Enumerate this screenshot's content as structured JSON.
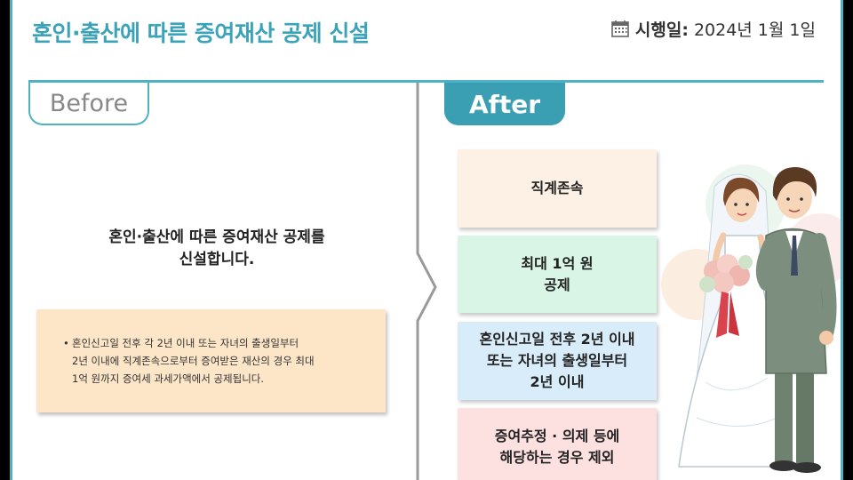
{
  "header": {
    "title": "혼인·출산에 따른 증여재산 공제 신설",
    "effective_label": "시행일",
    "effective_separator": ":",
    "effective_date": "2024년 1월 1일"
  },
  "before": {
    "tab_label": "Before",
    "main_line1": "혼인·출산에 따른 증여재산 공제를",
    "main_line2": "신설합니다.",
    "note_bullet": "•",
    "note_line1": "혼인신고일 전후 각 2년 이내 또는 자녀의 출생일부터",
    "note_line2": "2년 이내에 직계존속으로부터 증여받은 재산의 경우 최대",
    "note_line3": "1억 원까지 증여세 과세가액에서 공제됩니다."
  },
  "after": {
    "tab_label": "After",
    "box1_line1": "직계존속",
    "box2_line1": "최대 1억 원",
    "box2_line2": "공제",
    "box3_line1": "혼인신고일 전후 2년 이내",
    "box3_line2": "또는 자녀의 출생일부터",
    "box3_line3": "2년 이내",
    "box4_line1": "증여추정 · 의제 등에",
    "box4_line2": "해당하는 경우 제외"
  },
  "colors": {
    "accent": "#4fb1c1",
    "title": "#3ba3b8",
    "after_tab": "#3b9fb3",
    "note_bg": "#fde6c8",
    "box1": "#fdf1e6",
    "box2": "#d9f5e6",
    "box3": "#d8ecfa",
    "box4": "#fde0e0"
  },
  "icons": {
    "calendar": "calendar-icon",
    "divider": "chevron-right-divider",
    "illustration": "wedding-couple-illustration"
  }
}
